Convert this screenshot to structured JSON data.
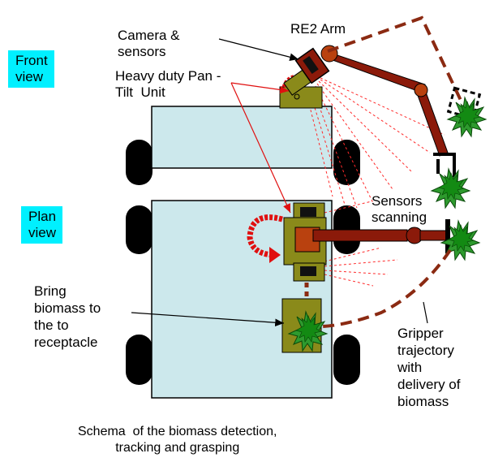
{
  "labels": {
    "camera": "Camera &\nsensors",
    "re2_arm": "RE2 Arm",
    "front_view": "Front\nview",
    "pan_tilt": "Heavy duty Pan -\nTilt  Unit",
    "plan_view": "Plan\nview",
    "sensors_scanning": "Sensors\nscanning",
    "bring_biomass": "Bring\nbiomass to\nthe to\nreceptacle",
    "gripper_trajectory": "Gripper\ntrajectory\nwith\ndelivery of\nbiomass",
    "caption": "Schema  of the biomass detection,\ntracking and grasping"
  },
  "colors": {
    "vehicle_body": "#cce8ec",
    "label_highlight": "#00f0ff",
    "arm": "#8b1a0a",
    "pan_tilt": "#8a8a1a",
    "trajectory": "#8b2a12",
    "scan_lines": "#ff2a2a",
    "plant": "#1a8a1a"
  }
}
